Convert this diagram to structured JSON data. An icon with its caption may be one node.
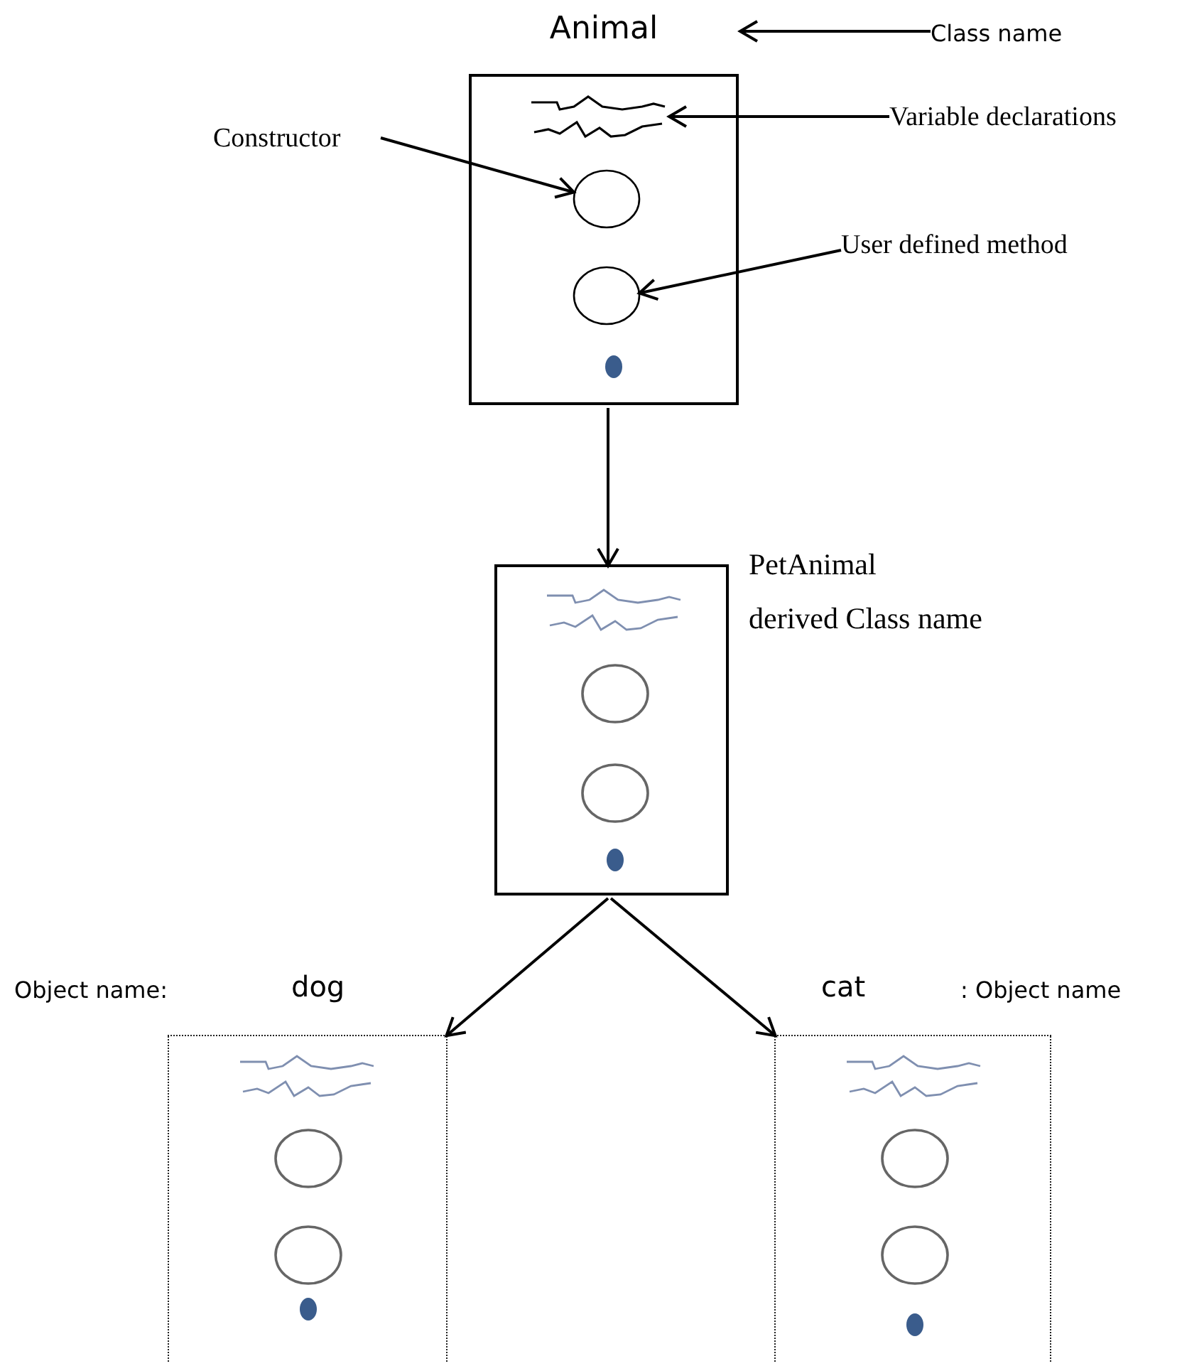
{
  "diagram": {
    "nodes": [
      {
        "text": [
          "Animal"
        ]
      },
      {
        "text": [
          "Class name"
        ]
      },
      {
        "text": [],
        "shape": "picture",
        "in": 0
      },
      {
        "text": [
          "Variable declarations"
        ]
      },
      {
        "text": [
          "Constructor"
        ]
      },
      {
        "text": [],
        "shape": "circle",
        "in": 0
      },
      {
        "text": [
          "User defined method"
        ]
      },
      {
        "text": [],
        "shape": "circle",
        "in": 0
      },
      {
        "text": [
          "PetAnimal",
          "derived Class name"
        ]
      },
      {
        "text": [
          "dog"
        ],
        "beside": [
          "Object name:"
        ]
      },
      {
        "text": [
          "cat"
        ],
        "beside": [
          ": Object name"
        ]
      }
    ],
    "edges": [
      {
        "from": 1,
        "to": 0,
        "arrow": "to"
      },
      {
        "from": 3,
        "to": 2,
        "arrow": "to"
      },
      {
        "from": 4,
        "to": 5,
        "arrow": "to"
      },
      {
        "from": 6,
        "to": 7,
        "arrow": "to"
      },
      {
        "from": 0,
        "to": 8,
        "arrow": "to"
      },
      {
        "from": 8,
        "to": 9,
        "arrow": "to"
      },
      {
        "from": 8,
        "to": 10,
        "arrow": "to"
      }
    ]
  }
}
